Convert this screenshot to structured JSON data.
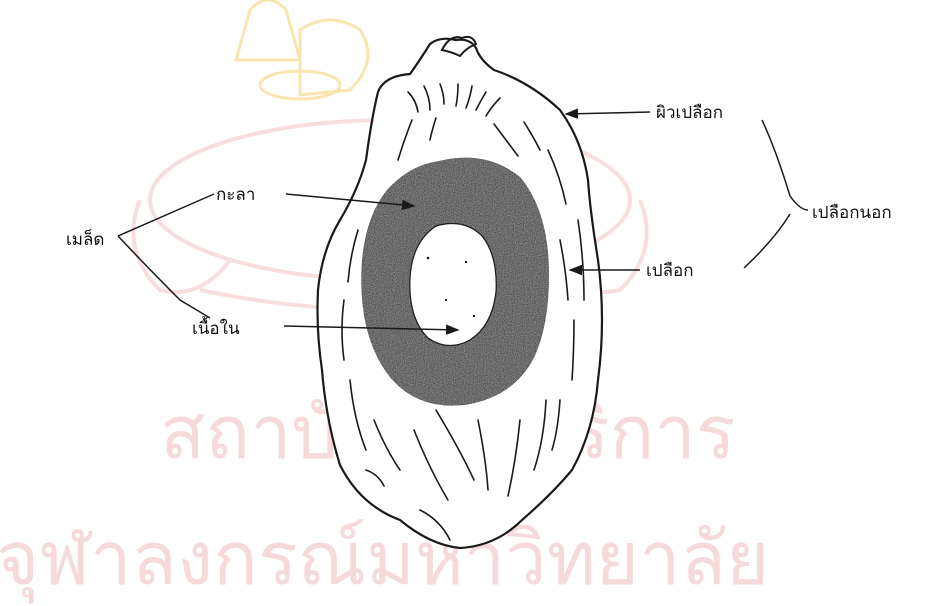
{
  "watermark": {
    "line1": "สถาบันวิทยบริการ",
    "line2": "จุฬาลงกรณ์มหาวิทยาลัย",
    "emblem": "crown-emblem",
    "color": "#f6d9da"
  },
  "labels": {
    "seed": "เมล็ด",
    "aril": "กะลา",
    "kernel": "เนื้อใน",
    "skin": "ผิวเปลือก",
    "shell": "เปลือก",
    "outer_shell": "เปลือกนอก"
  },
  "colors": {
    "line": "#1a1a1a",
    "dark_ring": "#2b2b2b"
  }
}
